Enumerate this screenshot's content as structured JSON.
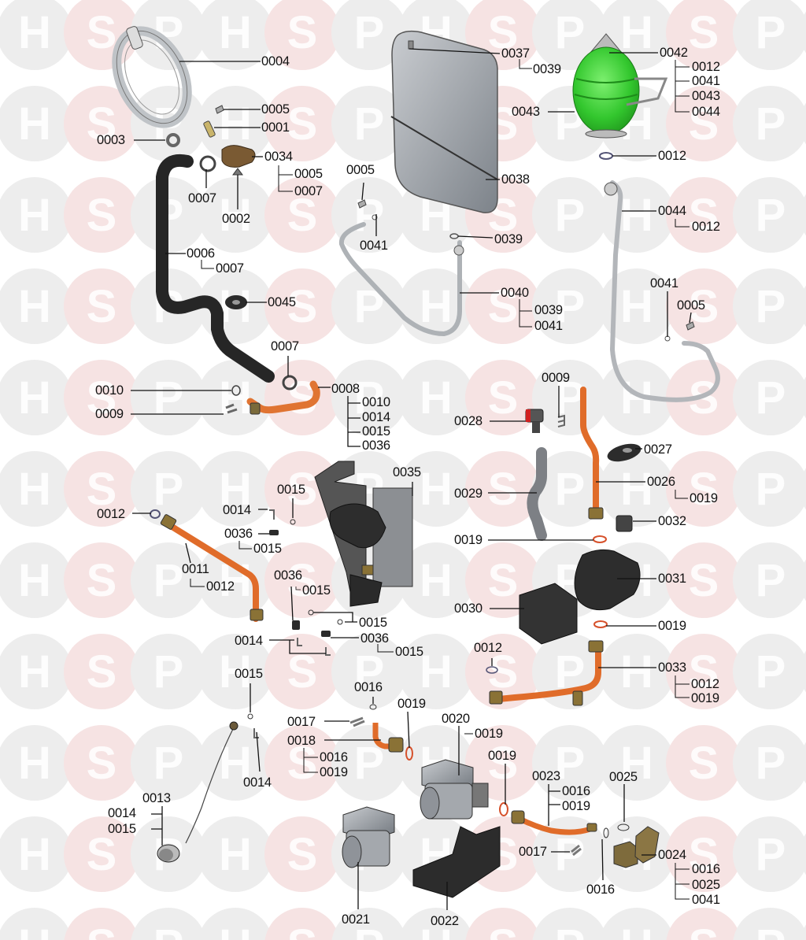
{
  "diagram": {
    "title": "Exploded parts diagram - boiler hydraulic components",
    "watermark_letters": [
      "H",
      "S",
      "P"
    ],
    "colors": {
      "watermark_gray": "#ededed",
      "watermark_pink": "#f6e3e3",
      "copper": "#e0702a",
      "expansion_vessel_green": "#3ec93a",
      "hose_black": "#2a2a2a",
      "tank_gray": "#9aa0a6",
      "leader_line": "#111111"
    },
    "parts": [
      {
        "id": "0001"
      },
      {
        "id": "0002"
      },
      {
        "id": "0003"
      },
      {
        "id": "0004"
      },
      {
        "id": "0005"
      },
      {
        "id": "0006"
      },
      {
        "id": "0007"
      },
      {
        "id": "0008"
      },
      {
        "id": "0009"
      },
      {
        "id": "0010"
      },
      {
        "id": "0011"
      },
      {
        "id": "0012"
      },
      {
        "id": "0013"
      },
      {
        "id": "0014"
      },
      {
        "id": "0015"
      },
      {
        "id": "0016"
      },
      {
        "id": "0017"
      },
      {
        "id": "0018"
      },
      {
        "id": "0019"
      },
      {
        "id": "0020"
      },
      {
        "id": "0021"
      },
      {
        "id": "0022"
      },
      {
        "id": "0023"
      },
      {
        "id": "0024"
      },
      {
        "id": "0025"
      },
      {
        "id": "0026"
      },
      {
        "id": "0027"
      },
      {
        "id": "0028"
      },
      {
        "id": "0029"
      },
      {
        "id": "0030"
      },
      {
        "id": "0031"
      },
      {
        "id": "0032"
      },
      {
        "id": "0033"
      },
      {
        "id": "0034"
      },
      {
        "id": "0035"
      },
      {
        "id": "0036"
      },
      {
        "id": "0037"
      },
      {
        "id": "0038"
      },
      {
        "id": "0039"
      },
      {
        "id": "0040"
      },
      {
        "id": "0041"
      },
      {
        "id": "0042"
      },
      {
        "id": "0043"
      },
      {
        "id": "0044"
      },
      {
        "id": "0045"
      }
    ],
    "callouts": [
      {
        "label": "0004"
      },
      {
        "label": "0005"
      },
      {
        "label": "0001"
      },
      {
        "label": "0003"
      },
      {
        "label": "0034",
        "includes": [
          "0005",
          "0007"
        ]
      },
      {
        "label": "0007"
      },
      {
        "label": "0002"
      },
      {
        "label": "0006",
        "includes": [
          "0007"
        ]
      },
      {
        "label": "0045"
      },
      {
        "label": "0007"
      },
      {
        "label": "0008",
        "includes": [
          "0010",
          "0014",
          "0015",
          "0036"
        ]
      },
      {
        "label": "0010"
      },
      {
        "label": "0009"
      },
      {
        "label": "0037",
        "includes": [
          "0039"
        ]
      },
      {
        "label": "0038"
      },
      {
        "label": "0005"
      },
      {
        "label": "0041"
      },
      {
        "label": "0039"
      },
      {
        "label": "0040",
        "includes": [
          "0039",
          "0041"
        ]
      },
      {
        "label": "0042",
        "includes": [
          "0012",
          "0041",
          "0043",
          "0044"
        ]
      },
      {
        "label": "0043"
      },
      {
        "label": "0012"
      },
      {
        "label": "0044",
        "includes": [
          "0012"
        ]
      },
      {
        "label": "0041"
      },
      {
        "label": "0005"
      },
      {
        "label": "0009"
      },
      {
        "label": "0028"
      },
      {
        "label": "0027"
      },
      {
        "label": "0026",
        "includes": [
          "0019"
        ]
      },
      {
        "label": "0029"
      },
      {
        "label": "0032"
      },
      {
        "label": "0019"
      },
      {
        "label": "0031"
      },
      {
        "label": "0030"
      },
      {
        "label": "0019"
      },
      {
        "label": "0012"
      },
      {
        "label": "0033",
        "includes": [
          "0012",
          "0019"
        ]
      },
      {
        "label": "0012"
      },
      {
        "label": "0011",
        "includes": [
          "0012"
        ]
      },
      {
        "label": "0015"
      },
      {
        "label": "0014"
      },
      {
        "label": "0036",
        "includes": [
          "0015"
        ]
      },
      {
        "label": "0035"
      },
      {
        "label": "0036",
        "includes": [
          "0015"
        ]
      },
      {
        "label": "0015"
      },
      {
        "label": "0014"
      },
      {
        "label": "0036",
        "includes": [
          "0015"
        ]
      },
      {
        "label": "0015"
      },
      {
        "label": "0014"
      },
      {
        "label": "0016"
      },
      {
        "label": "0019"
      },
      {
        "label": "0017"
      },
      {
        "label": "0018",
        "includes": [
          "0016",
          "0019"
        ]
      },
      {
        "label": "0020",
        "includes": [
          "0019"
        ]
      },
      {
        "label": "0019"
      },
      {
        "label": "0013",
        "includes": [
          "0014",
          "0015"
        ]
      },
      {
        "label": "0021"
      },
      {
        "label": "0022"
      },
      {
        "label": "0023",
        "includes": [
          "0016",
          "0019"
        ]
      },
      {
        "label": "0017"
      },
      {
        "label": "0016"
      },
      {
        "label": "0025"
      },
      {
        "label": "0024",
        "includes": [
          "0016",
          "0025",
          "0041"
        ]
      }
    ]
  }
}
